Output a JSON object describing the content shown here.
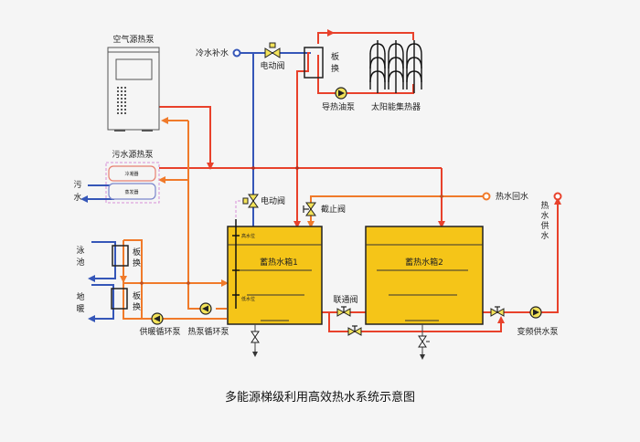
{
  "caption": "多能源梯级利用高效热水系统示意图",
  "colors": {
    "hot_supply": "#e8412b",
    "warm_return": "#f07a2a",
    "cold_water": "#3556b8",
    "tank_fill": "#f5c518",
    "pump_fill": "#f3e35a",
    "dashed_signal": "#d68fd6"
  },
  "equipment": {
    "air_source_heat_pump": "空气源热泵",
    "cold_water_makeup": "冷水补水",
    "motor_valve_top": "电动阀",
    "plate_exchanger_solar": [
      "板",
      "换"
    ],
    "heat_oil_pump": "导热油泵",
    "solar_collector": "太阳能集热器",
    "sewage_heat_pump": "污水源热泵",
    "condenser": "冷凝器",
    "evaporator": "蒸发器",
    "sewage": [
      "污",
      "水"
    ],
    "motor_valve_mid": "电动阀",
    "stop_valve": "截止阀",
    "hot_water_return": "热水回水",
    "hot_water_supply": [
      "热",
      "水",
      "供",
      "水"
    ],
    "pool": [
      "泳",
      "池"
    ],
    "floor_heating": [
      "地",
      "暖"
    ],
    "plate_exchanger_pool": [
      "板",
      "换"
    ],
    "plate_exchanger_floor": [
      "板",
      "换"
    ],
    "heating_circ_pump": "供暖循环泵",
    "heatpump_circ_pump": "热泵循环泵",
    "tank1": "蓄热水箱1",
    "tank2": "蓄热水箱2",
    "high_level": "高水位",
    "low_level": "低水位",
    "connecting_valve": "联通阀",
    "vfd_supply_pump": "变频供水泵"
  }
}
